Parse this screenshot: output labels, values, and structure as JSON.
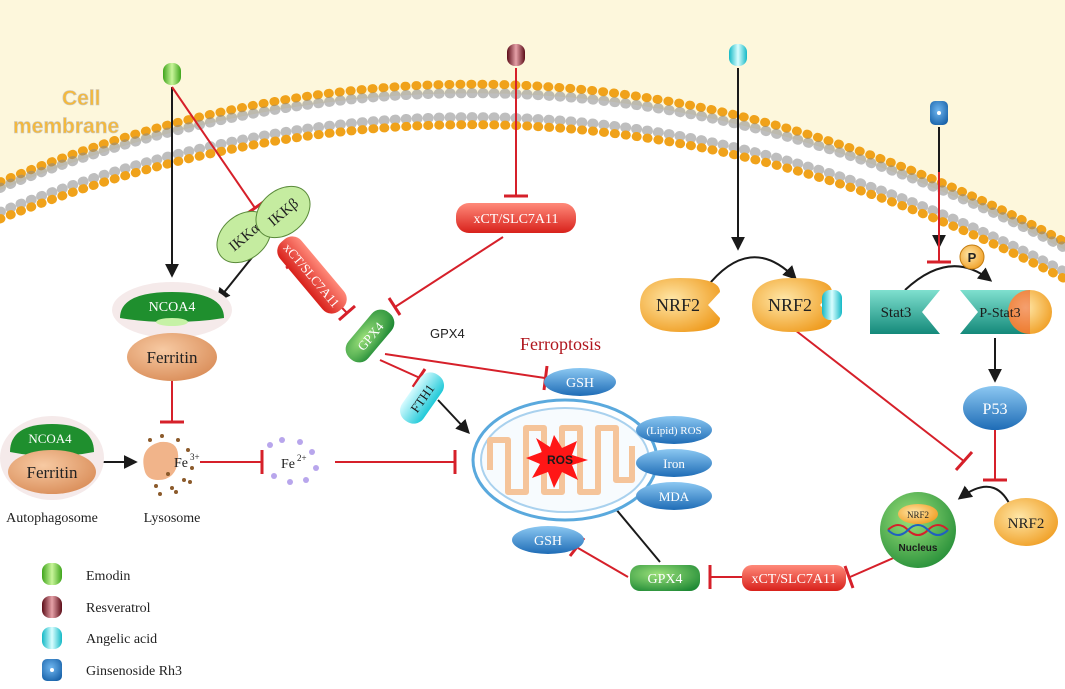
{
  "membrane": {
    "label_line1": "Cell",
    "label_line2": "membrane"
  },
  "left": {
    "ikka": "IKKα",
    "ikkb": "IKKβ",
    "ncoa4_top": "NCOA4",
    "ferritin_top": "Ferritin",
    "ncoa4_bottom": "NCOA4",
    "ferritin_bottom": "Ferritin",
    "autophagosome": "Autophagosome",
    "lysosome": "Lysosome",
    "fe3": "Fe",
    "fe3_sup": "3+",
    "fe2": "Fe",
    "fe2_sup": "2+"
  },
  "center": {
    "xct_left": "xCT/SLC7A11",
    "xct_top": "xCT/SLC7A11",
    "gpx4": "GPX4",
    "gpx4_label": "GPX4",
    "fth1": "FTH1",
    "gsh_top": "GSH",
    "ferroptosis": "Ferroptosis",
    "ros": "ROS",
    "lipid_ros": "(Lipid) ROS",
    "iron": "Iron",
    "mda": "MDA",
    "gsh_bottom": "GSH",
    "gpx4_bottom": "GPX4",
    "xct_bottom": "xCT/SLC7A11"
  },
  "right": {
    "nrf2_a": "NRF2",
    "nrf2_b": "NRF2",
    "stat3": "Stat3",
    "pstat3": "P-Stat3",
    "p": "P",
    "p53": "P53",
    "nrf2_nucleus": "NRF2",
    "nucleus": "Nucleus",
    "nrf2_free": "NRF2"
  },
  "legend": [
    {
      "icon": "emodin-capsule",
      "label": "Emodin"
    },
    {
      "icon": "resveratrol-capsule",
      "label": "Resveratrol"
    },
    {
      "icon": "angelic-acid-capsule",
      "label": "Angelic acid"
    },
    {
      "icon": "ginsenoside-rh3-capsule",
      "label": "Ginsenoside Rh3"
    }
  ],
  "colors": {
    "membrane_fill": "#fdf7dc",
    "lipid_head": "#f0a21a",
    "inhibit": "#d6202a",
    "activate": "#1a1a1a",
    "emodin": "#7ed23c",
    "resveratrol": "#8b1a2a",
    "angelic_acid": "#3ee0e8",
    "ginsenoside": "#1f7fcf",
    "orange": "#f1a93b",
    "green": "#2ea84a",
    "red_box": "#e8372d",
    "blue_oval": "#2a7cc4"
  }
}
